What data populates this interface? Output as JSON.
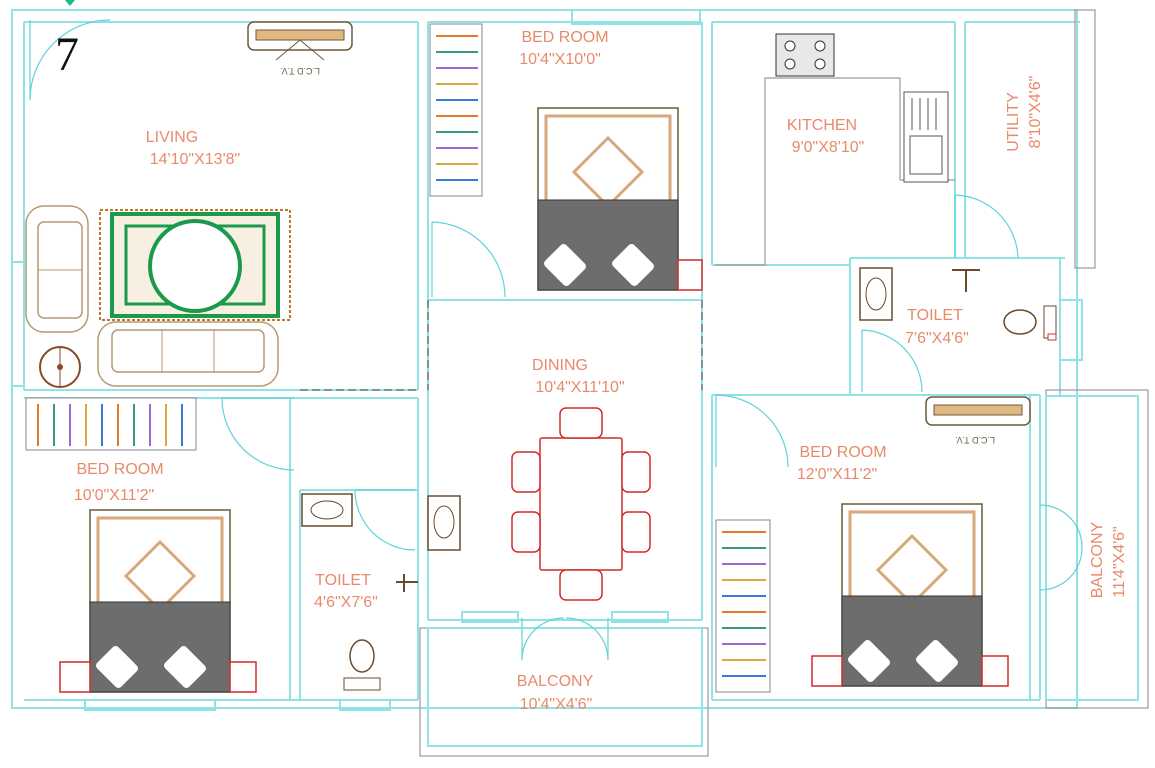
{
  "plan": {
    "unit_number": "7",
    "rooms": {
      "living": {
        "name": "LIVING",
        "size": "14'10\"X13'8\""
      },
      "bed1": {
        "name": "BED ROOM",
        "size": "10'4\"X10'0\""
      },
      "kitchen": {
        "name": "KITCHEN",
        "size": "9'0\"X8'10\""
      },
      "utility": {
        "name": "UTILITY",
        "size": "8'10\"X4'6\""
      },
      "toilet1": {
        "name": "TOILET",
        "size": "7'6\"X4'6\""
      },
      "dining": {
        "name": "DINING",
        "size": "10'4\"X11'10\""
      },
      "bed2": {
        "name": "BED ROOM",
        "size": "12'0\"X11'2\""
      },
      "bed3": {
        "name": "BED ROOM",
        "size": "10'0\"X11'2\""
      },
      "toilet2": {
        "name": "TOILET",
        "size": "4'6\"X7'6\""
      },
      "balcony1": {
        "name": "BALCONY",
        "size": "10'4\"X4'6\""
      },
      "balcony2": {
        "name": "BALCONY",
        "size": "11'4\"X4'6\""
      }
    },
    "tv_label": "L.C.D T.V."
  }
}
